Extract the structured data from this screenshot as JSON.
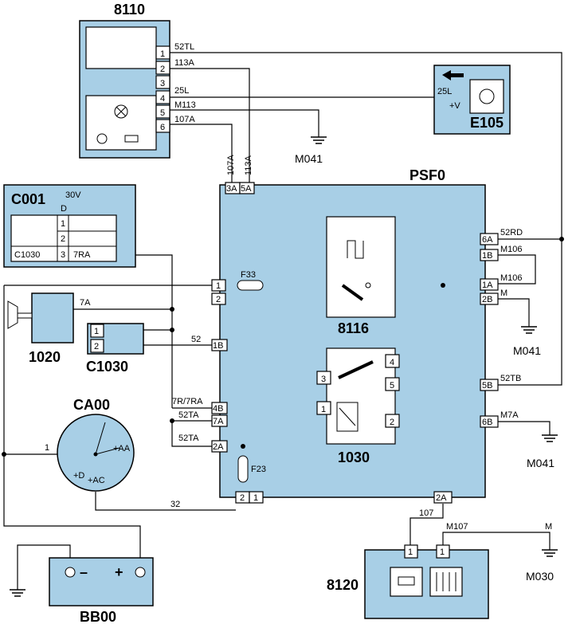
{
  "components": {
    "c8110": {
      "id": "8110",
      "pins": [
        "1",
        "2",
        "3",
        "4",
        "5",
        "6"
      ]
    },
    "e105": {
      "id": "E105",
      "wire": "25L",
      "plus": "+V"
    },
    "psf0": {
      "id": "PSF0"
    },
    "c001": {
      "id": "C001",
      "voltage": "30V",
      "col_header": "D",
      "rows": [
        "1",
        "2",
        "3"
      ],
      "row3_left": "C1030",
      "row3_right": "7RA"
    },
    "c1020": {
      "id": "1020"
    },
    "c1030conn": {
      "id": "C1030",
      "pins": [
        "1",
        "2"
      ]
    },
    "ca00": {
      "id": "CA00",
      "pin1": "1",
      "aa": "+AA",
      "d": "+D",
      "ac": "+AC"
    },
    "bb00": {
      "id": "BB00",
      "minus": "–",
      "plus": "+"
    },
    "r8116": {
      "id": "8116"
    },
    "r1030": {
      "id": "1030",
      "pins": [
        "1",
        "2",
        "3",
        "4",
        "5"
      ]
    },
    "c8120": {
      "id": "8120",
      "pins": [
        "1",
        "1"
      ]
    }
  },
  "grounds": {
    "g1": "M041",
    "g2": "M041",
    "g3": "M041",
    "g4": "M030"
  },
  "connectors": {
    "c3a": "3A",
    "c5a": "5A",
    "c1": "1",
    "c2": "2",
    "c1b": "1B",
    "c4b": "4B",
    "c7a": "7A",
    "c2a": "2A",
    "c6a": "6A",
    "c1b_r": "1B",
    "c1a": "1A",
    "c2b": "2B",
    "c5b": "5B",
    "c6b": "6B",
    "c2_bot": "2",
    "c1_bot": "1",
    "c2a_bot": "2A"
  },
  "fuses": {
    "f33": "F33",
    "f23": "F23"
  },
  "wires": {
    "w52tl": "52TL",
    "w113a": "113A",
    "w25l": "25L",
    "wm113": "M113",
    "w107a": "107A",
    "v107a": "107A",
    "v113a": "113A",
    "w7a": "7A",
    "w52": "52",
    "w7r": "7R/7RA",
    "w52ta1": "52TA",
    "w52ta2": "52TA",
    "w32": "32",
    "w52rd": "52RD",
    "wm106a": "M106",
    "wm106b": "M106",
    "wm": "M",
    "w52tb": "52TB",
    "wm7a": "M7A",
    "w107": "107",
    "wm107": "M107",
    "wm2": "M"
  },
  "colors": {
    "component_fill": "#a8cfe6",
    "line": "#000000"
  },
  "icons": [
    "ground-icon",
    "lamp-icon",
    "motor-icon",
    "relay-switch-icon",
    "arrow-left-icon",
    "resistor-icon",
    "heater-icon",
    "pulse-icon"
  ]
}
